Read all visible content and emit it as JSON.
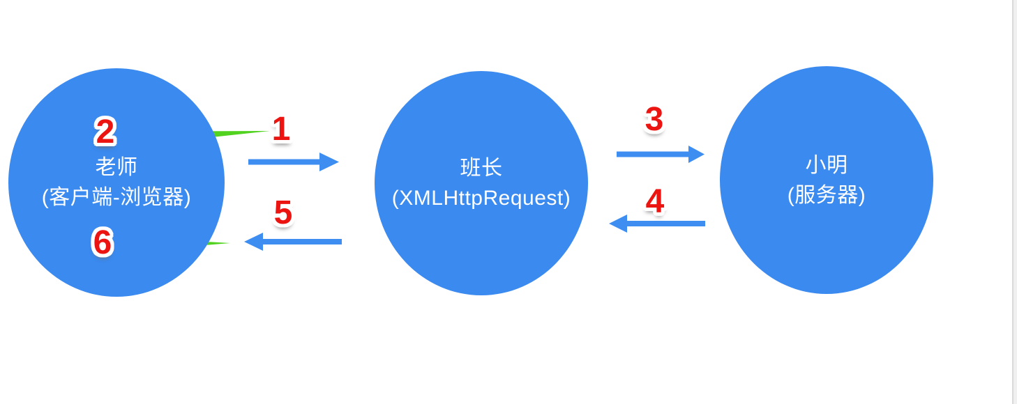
{
  "diagram": {
    "nodes": [
      {
        "title": "老师",
        "subtitle": "(客户端-浏览器)"
      },
      {
        "title": "班长",
        "subtitle": "(XMLHttpRequest)"
      },
      {
        "title": "小明",
        "subtitle": "(服务器)"
      }
    ],
    "steps": [
      {
        "label": "1"
      },
      {
        "label": "2"
      },
      {
        "label": "3"
      },
      {
        "label": "4"
      },
      {
        "label": "5"
      },
      {
        "label": "6"
      }
    ],
    "arrows": [
      {
        "name": "annotation-arrow-into-client-near-step-2",
        "color": "green",
        "direction": "left"
      },
      {
        "name": "request-arrow-client-to-xhr",
        "color": "blue",
        "direction": "right"
      },
      {
        "name": "request-arrow-xhr-to-server",
        "color": "blue",
        "direction": "right"
      },
      {
        "name": "response-arrow-server-to-xhr",
        "color": "blue",
        "direction": "left"
      },
      {
        "name": "response-arrow-xhr-to-client",
        "color": "blue",
        "direction": "left"
      },
      {
        "name": "annotation-arrow-into-client-near-step-6",
        "color": "green",
        "direction": "left"
      }
    ],
    "colors": {
      "node_blue": "#3b8af0",
      "arrow_blue": "#3e8ef2",
      "arrow_green": "#50d21e",
      "step_number_red": "#eb1410",
      "node_text": "#ffffff",
      "divider_gray": "#d9d9d9",
      "gutter_gray": "#f0f0f0",
      "background": "#ffffff"
    }
  }
}
